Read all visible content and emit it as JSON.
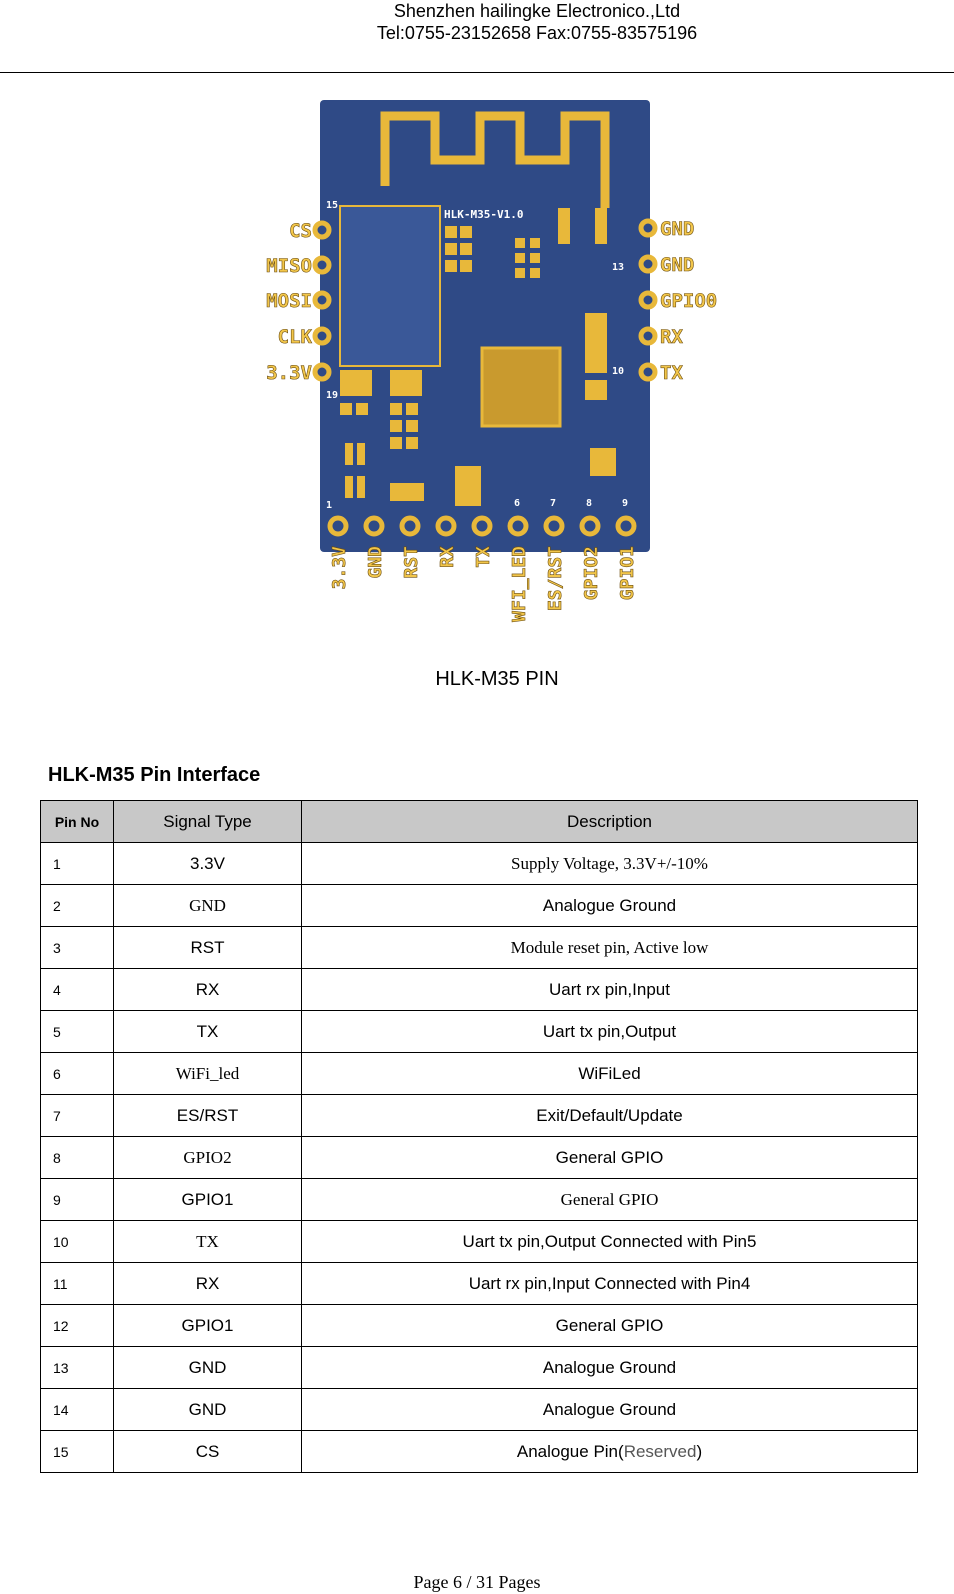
{
  "header": {
    "company": "Shenzhen hailingke Electronico.,Ltd",
    "contact": "Tel:0755-23152658 Fax:0755-83575196"
  },
  "figure": {
    "board_label": "HLK-M35-V1.0",
    "left_pins": [
      "CS",
      "MISO",
      "MOSI",
      "CLK",
      "3.3V"
    ],
    "right_pins": [
      "GND",
      "GND",
      "GPIO0",
      "RX",
      "TX"
    ],
    "bottom_pins": [
      "3.3V",
      "GND",
      "RST",
      "RX",
      "TX",
      "WFI_LED",
      "ES/RST",
      "GPIO2",
      "GPIO1"
    ],
    "board_numbers": [
      "15",
      "13",
      "10",
      "19",
      "1",
      "6",
      "7",
      "8",
      "9"
    ],
    "caption": "HLK-M35 PIN"
  },
  "section_title": "HLK-M35 Pin Interface",
  "table": {
    "headers": [
      "Pin No",
      "Signal Type",
      "Description"
    ],
    "rows": [
      {
        "pin": "1",
        "signal": "3.3V",
        "desc": "Supply Voltage, 3.3V+/-10%"
      },
      {
        "pin": "2",
        "signal": "GND",
        "desc": "Analogue Ground"
      },
      {
        "pin": "3",
        "signal": "RST",
        "desc": "Module reset pin, Active low"
      },
      {
        "pin": "4",
        "signal": "RX",
        "desc": "Uart rx pin,Input"
      },
      {
        "pin": "5",
        "signal": "TX",
        "desc": "Uart tx pin,Output"
      },
      {
        "pin": "6",
        "signal": "WiFi_led",
        "desc": "WiFiLed"
      },
      {
        "pin": "7",
        "signal": "ES/RST",
        "desc": "Exit/Default/Update"
      },
      {
        "pin": "8",
        "signal": "GPIO2",
        "desc": "General GPIO"
      },
      {
        "pin": "9",
        "signal": "GPIO1",
        "desc": "General GPIO"
      },
      {
        "pin": "10",
        "signal": "TX",
        "desc": "Uart tx pin,Output Connected with Pin5"
      },
      {
        "pin": "11",
        "signal": "RX",
        "desc": "Uart rx pin,Input Connected with Pin4"
      },
      {
        "pin": "12",
        "signal": "GPIO1",
        "desc": "General GPIO"
      },
      {
        "pin": "13",
        "signal": "GND",
        "desc": "Analogue Ground"
      },
      {
        "pin": "14",
        "signal": "GND",
        "desc": "Analogue Ground"
      },
      {
        "pin": "15",
        "signal": "CS",
        "desc_main": "Analogue Pin(",
        "desc_grey": "Reserved",
        "desc_end": ")"
      }
    ]
  },
  "footer": "Page 6 / 31 Pages",
  "colors": {
    "pcb": "#2f4a86",
    "pad": "#e8b83a",
    "label": "#f2c64a",
    "header_bg": "#c8c8c8"
  }
}
